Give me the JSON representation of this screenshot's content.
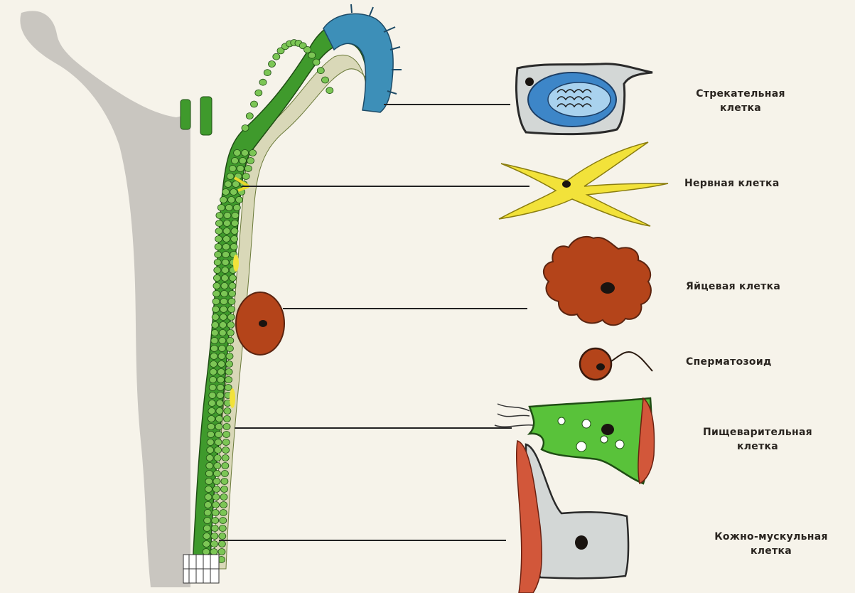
{
  "labels": {
    "cnidocyte": {
      "line1": "Стрекательная",
      "line2": "клетка"
    },
    "nerve": {
      "line1": "Нервная клетка"
    },
    "egg": {
      "line1": "Яйцевая клетка"
    },
    "sperm": {
      "line1": "Сперматозоид"
    },
    "digestive": {
      "line1": "Пищеварительная",
      "line2": "клетка"
    },
    "skin_muscle": {
      "line1": "Кожно-мускульная",
      "line2": "клетка"
    }
  },
  "colors": {
    "body_gray": "#c9c6c0",
    "ectoderm_green": "#3f9a2c",
    "cell_green": "#59c23a",
    "cnido_blue": "#3d86c8",
    "nerve_yellow": "#f2e23a",
    "egg_brown": "#b4441a",
    "muscle_red": "#d2573a",
    "skin_gray": "#d3d7d6",
    "leader": "#222222"
  }
}
